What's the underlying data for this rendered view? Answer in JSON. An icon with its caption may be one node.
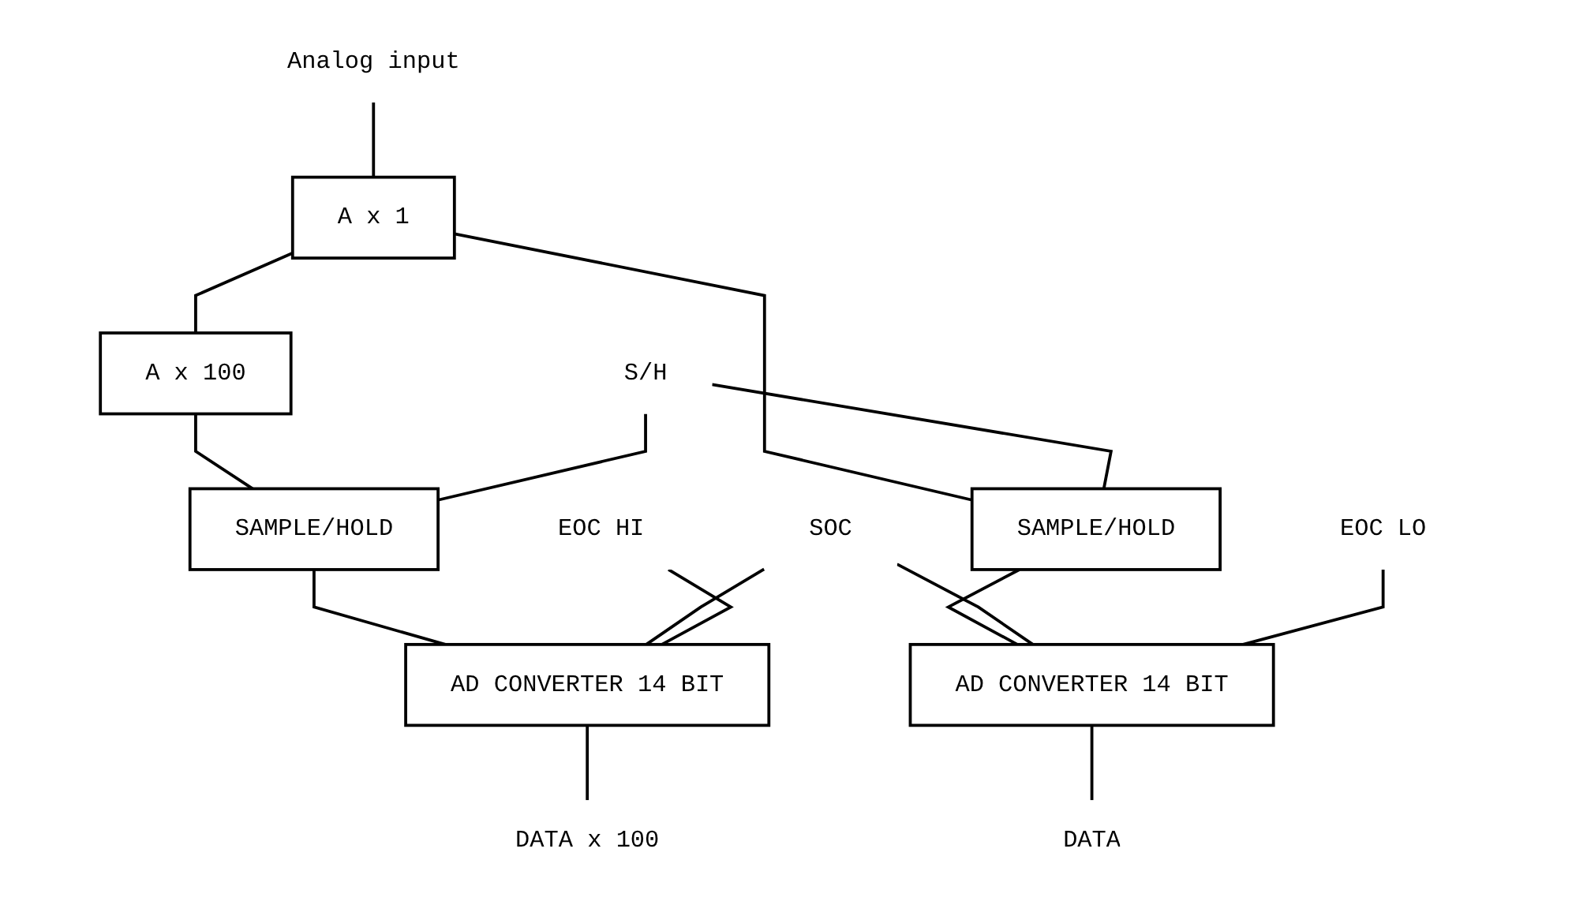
{
  "diagram": {
    "nodes": [
      {
        "text": [
          "Analog input"
        ]
      },
      {
        "text": [
          "A x 1"
        ]
      },
      {
        "text": [
          "A x 100"
        ]
      },
      {
        "text": [
          "S/H"
        ]
      },
      {
        "text": [
          "SAMPLE/HOLD"
        ]
      },
      {
        "text": [
          "SAMPLE/HOLD"
        ]
      },
      {
        "text": [
          "SOC"
        ]
      },
      {
        "text": [
          "EOC LO"
        ]
      },
      {
        "text": [
          "EOC HI"
        ]
      },
      {
        "text": [
          "AD CONVERTER 14 BIT"
        ]
      },
      {
        "text": [
          "AD CONVERTER 14 BIT"
        ]
      },
      {
        "text": [
          "DATA"
        ]
      },
      {
        "text": [
          "DATA x 100"
        ]
      }
    ],
    "edges": [
      {
        "from": 0,
        "to": 1,
        "arrow": "none"
      },
      {
        "from": 1,
        "to": 2,
        "arrow": "none"
      },
      {
        "from": 1,
        "to": 4,
        "arrow": "none"
      },
      {
        "from": 2,
        "to": 5,
        "arrow": "none"
      },
      {
        "from": 3,
        "to": 4,
        "arrow": "none"
      },
      {
        "from": 3,
        "to": 5,
        "arrow": "none"
      },
      {
        "from": 4,
        "to": 9,
        "arrow": "none"
      },
      {
        "from": 5,
        "to": 10,
        "arrow": "none"
      },
      {
        "from": 6,
        "to": 9,
        "arrow": "none"
      },
      {
        "from": 6,
        "to": 10,
        "arrow": "none"
      },
      {
        "from": 7,
        "to": 9,
        "arrow": "none"
      },
      {
        "from": 8,
        "to": 10,
        "arrow": "none"
      },
      {
        "from": 9,
        "to": 11,
        "arrow": "none"
      },
      {
        "from": 10,
        "to": 12,
        "arrow": "none"
      }
    ]
  }
}
